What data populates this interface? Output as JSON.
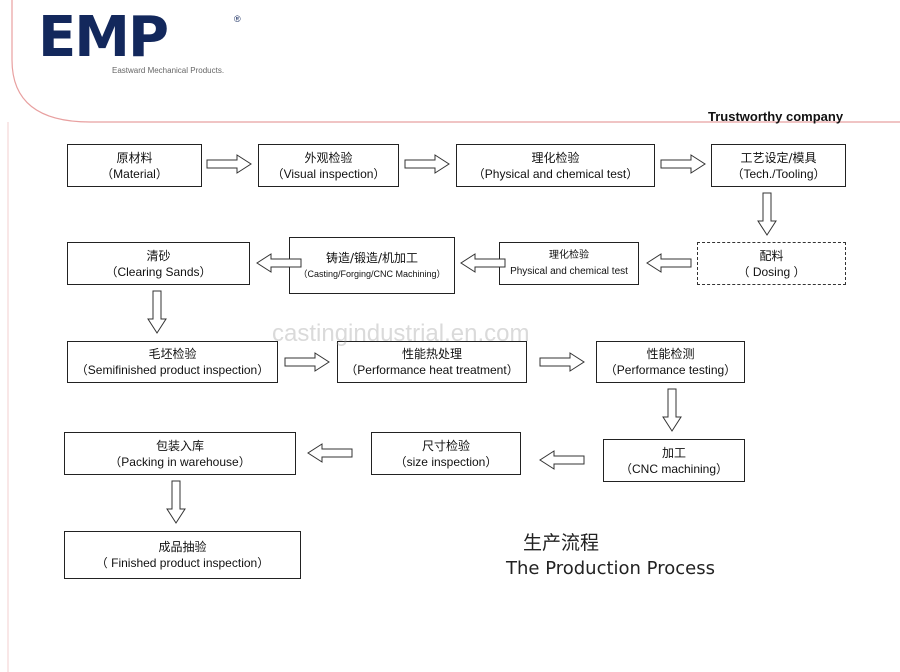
{
  "header": {
    "logo_text": "EMP",
    "logo_reg": "®",
    "logo_subtitle": "Eastward Mechanical Products.",
    "tagline": "Trustworthy company"
  },
  "watermark": "castingindustrial.en.com",
  "steps": [
    {
      "id": "material",
      "zh": "原材料",
      "en": "（Material）"
    },
    {
      "id": "visual",
      "zh": "外观检验",
      "en": "（Visual inspection）"
    },
    {
      "id": "phys1",
      "zh": "理化检验",
      "en": "（Physical and chemical test）"
    },
    {
      "id": "tech",
      "zh": "工艺设定/模具",
      "en": "（Tech./Tooling）"
    },
    {
      "id": "dosing",
      "zh": "配料",
      "en": "（ Dosing ）"
    },
    {
      "id": "phys2",
      "zh": "理化检验",
      "en": "Physical and chemical test"
    },
    {
      "id": "casting",
      "zh": "铸造/锻造/机加工",
      "en": "（Casting/Forging/CNC Machining）"
    },
    {
      "id": "clearing",
      "zh": "清砂",
      "en": "（Clearing Sands）"
    },
    {
      "id": "semifinished",
      "zh": "毛坯检验",
      "en": "（Semifinished product inspection）"
    },
    {
      "id": "heat",
      "zh": "性能热处理",
      "en": "（Performance heat treatment）"
    },
    {
      "id": "perftest",
      "zh": "性能检测",
      "en": "（Performance testing）"
    },
    {
      "id": "cnc",
      "zh": "加工",
      "en": "（CNC machining）"
    },
    {
      "id": "size",
      "zh": "尺寸检验",
      "en": "（size inspection）"
    },
    {
      "id": "packing",
      "zh": "包装入库",
      "en": "（Packing in warehouse）"
    },
    {
      "id": "finished",
      "zh": "成品抽验",
      "en": "（ Finished product  inspection）"
    }
  ],
  "caption": {
    "zh": "生产流程",
    "en": "The Production Process"
  },
  "colors": {
    "brand_navy": "#13285c",
    "brand_red": "#d9534f",
    "border": "#222222"
  }
}
